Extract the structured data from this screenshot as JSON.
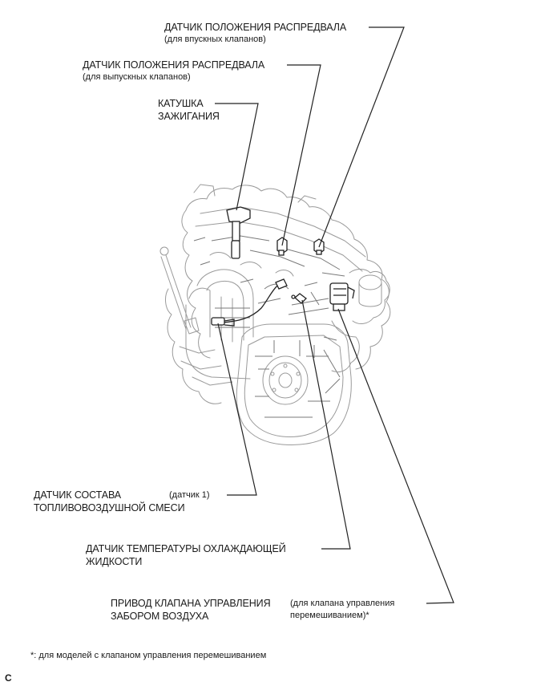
{
  "diagram": {
    "title": "Engine component location (front view)",
    "callouts": [
      {
        "id": "camshaft-intake",
        "label": "ДАТЧИК ПОЛОЖЕНИЯ РАСПРЕДВАЛА",
        "sub": "(для впускных клапанов)"
      },
      {
        "id": "camshaft-exhaust",
        "label": "ДАТЧИК ПОЛОЖЕНИЯ РАСПРЕДВАЛА",
        "sub": "(для выпускных клапанов)"
      },
      {
        "id": "ignition-coil",
        "label_line1": "КАТУШКА",
        "label_line2": "ЗАЖИГАНИЯ"
      },
      {
        "id": "air-fuel-ratio-sensor",
        "label_line1": "ДАТЧИК СОСТАВА",
        "label_line2": "ТОПЛИВОВОЗДУШНОЙ СМЕСИ",
        "sub": "(датчик 1)"
      },
      {
        "id": "coolant-temp-sensor",
        "label_line1": "ДАТЧИК ТЕМПЕРАТУРЫ ОХЛАЖДАЮЩЕЙ",
        "label_line2": "ЖИДКОСТИ"
      },
      {
        "id": "intake-control-valve-actuator",
        "label_line1": "ПРИВОД КЛАПАНА УПРАВЛЕНИЯ",
        "label_line2": "ЗАБОРОМ ВОЗДУХА",
        "sub_line1": "(для клапана управления",
        "sub_line2": "перемешиванием)*"
      }
    ],
    "footnote": "*: для моделей с клапаном управления перемешиванием",
    "corner_mark": "C"
  }
}
